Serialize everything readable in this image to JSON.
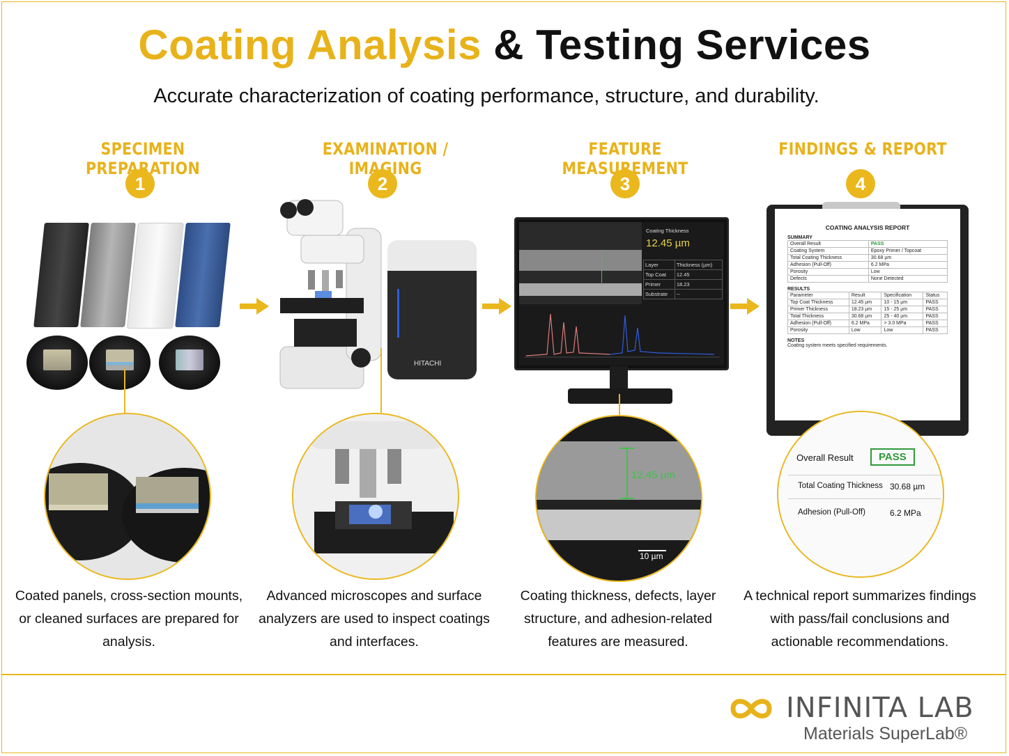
{
  "header": {
    "title_highlight": "Coating Analysis",
    "title_rest": "& Testing Services",
    "subtitle": "Accurate characterization of coating performance, structure, and durability."
  },
  "steps": [
    {
      "number": "1",
      "title": "SPECIMEN PREPARATION",
      "description": "Coated panels, cross-section mounts, or cleaned surfaces are prepared for analysis."
    },
    {
      "number": "2",
      "title": "EXAMINATION / IMAGING",
      "description": "Advanced microscopes and surface analyzers are used to inspect coatings and interfaces."
    },
    {
      "number": "3",
      "title": "FEATURE MEASUREMENT",
      "description": "Coating thickness, defects, layer structure, and adhesion-related features are measured."
    },
    {
      "number": "4",
      "title": "FINDINGS & REPORT",
      "description": "A technical report summarizes findings with pass/fail conclusions and actionable recommendations."
    }
  ],
  "instrument": {
    "brand": "HITACHI"
  },
  "monitor": {
    "coating_label": "Coating Thickness",
    "coating_value": "12.45 µm",
    "table_headers": [
      "Layer",
      "Thickness (µm)"
    ],
    "rows": [
      {
        "layer": "Top Coat",
        "value": "12.45"
      },
      {
        "layer": "Primer",
        "value": "18.23"
      },
      {
        "layer": "Substrate",
        "value": "--"
      }
    ]
  },
  "measurement_zoom": {
    "thickness": "12.45 µm",
    "scale": "10 µm"
  },
  "report": {
    "title": "COATING ANALYSIS REPORT",
    "summary_label": "SUMMARY",
    "summary": [
      {
        "k": "Overall Result",
        "v": "PASS"
      },
      {
        "k": "Coating System",
        "v": "Epoxy Primer / Topcoat"
      },
      {
        "k": "Total Coating Thickness",
        "v": "30.68 µm"
      },
      {
        "k": "Adhesion (Pull-Off)",
        "v": "6.2 MPa"
      },
      {
        "k": "Porosity",
        "v": "Low"
      },
      {
        "k": "Defects",
        "v": "None Detected"
      }
    ],
    "results_label": "RESULTS",
    "results_headers": [
      "Parameter",
      "Result",
      "Specification",
      "Status"
    ],
    "results": [
      [
        "Top Coat Thickness",
        "12.45 µm",
        "10 - 15 µm",
        "PASS"
      ],
      [
        "Primer Thickness",
        "18.23 µm",
        "15 - 25 µm",
        "PASS"
      ],
      [
        "Total Thickness",
        "30.68 µm",
        "25 - 40 µm",
        "PASS"
      ],
      [
        "Adhesion (Pull-Off)",
        "6.2 MPa",
        "> 3.0 MPa",
        "PASS"
      ],
      [
        "Porosity",
        "Low",
        "Low",
        "PASS"
      ]
    ],
    "notes_label": "NOTES",
    "notes": "Coating system meets specified requirements."
  },
  "report_zoom": {
    "overall_label": "Overall Result",
    "overall_value": "PASS",
    "thickness_label": "Total Coating Thickness",
    "thickness_value": "30.68 µm",
    "adhesion_label": "Adhesion (Pull-Off)",
    "adhesion_value": "6.2 MPa"
  },
  "brand": {
    "name": "INFINITA LAB",
    "tagline": "Materials SuperLab®"
  },
  "colors": {
    "accent": "#e8b21a",
    "pass_green": "#2e9a3a",
    "spectrum_blue": "#2f5ee0",
    "spectrum_red": "#e07a7a"
  }
}
